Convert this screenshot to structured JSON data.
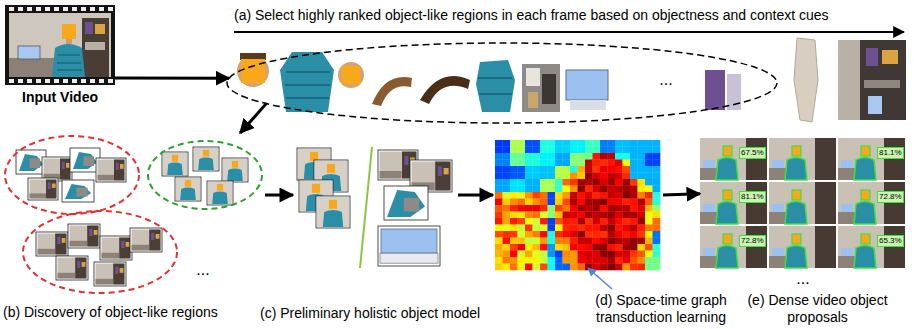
{
  "diagram": {
    "nodes": [
      {
        "text": [
          "Input Video"
        ]
      },
      {
        "text": [
          "..."
        ]
      },
      {
        "text": [
          "(b) Discovery of object-like regions",
          "..."
        ]
      },
      {
        "text": [
          "(c) Preliminary holistic object model"
        ]
      },
      {
        "text": [
          "(d) Space-time graph transduction learning"
        ]
      },
      {
        "text": [
          "(e) Dense video object proposals",
          "..."
        ]
      }
    ],
    "edges": [
      {
        "from": 0,
        "to": 1,
        "arrow": "to"
      },
      {
        "from": 1,
        "to": 2,
        "arrow": "to"
      },
      {
        "from": 2,
        "to": 3,
        "arrow": "to"
      },
      {
        "from": 3,
        "to": 4,
        "arrow": "to"
      },
      {
        "from": 4,
        "to": 5,
        "arrow": "to"
      }
    ],
    "labels": [
      "(a) Select highly ranked object-like regions in each frame based on objectness and context cues",
      "67.5%",
      "81.1%",
      "81.1%",
      "72.8%",
      "72.8%",
      "65.3%"
    ]
  }
}
